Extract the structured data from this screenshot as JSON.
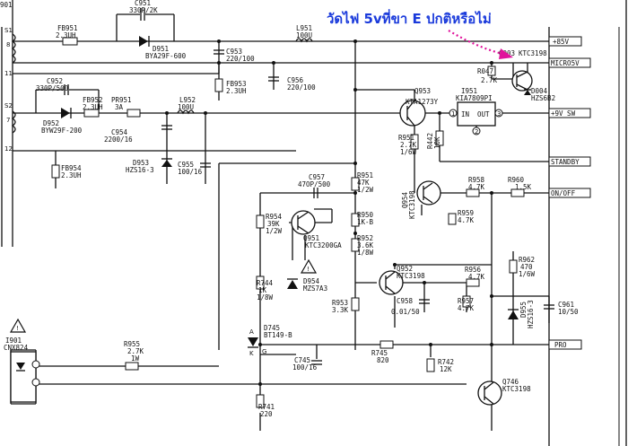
{
  "annotation": {
    "text": "วัดไฟ 5vที่ขา E ปกติหรือไม่",
    "color": "#1a3adb",
    "arrow_color": "#e0129b"
  },
  "header": {
    "tag_901": "901"
  },
  "transformer": {
    "pins": [
      "S1",
      "8",
      "11",
      "S2",
      "7",
      "12"
    ]
  },
  "parts": {
    "c951": [
      "C951",
      "330P/2K"
    ],
    "d951": [
      "D951",
      "BYA29F-600"
    ],
    "fb951": [
      "FB951",
      "2.3UH"
    ],
    "l951": [
      "L951",
      "100U"
    ],
    "c953": [
      "C953",
      "220/100"
    ],
    "fb953": [
      "FB953",
      "2.3UH"
    ],
    "c956": [
      "C956",
      "220/100"
    ],
    "c952": [
      "C952",
      "330P/500"
    ],
    "d952": [
      "D952",
      "BYW29F-200"
    ],
    "fb952": [
      "FB952",
      "2.3UH"
    ],
    "pr951": [
      "PR951",
      "3A"
    ],
    "l952": [
      "L952",
      "100U"
    ],
    "c954": [
      "C954",
      "2200/16"
    ],
    "d953": [
      "D953",
      "HZS16-3"
    ],
    "c955": [
      "C955",
      "100/16"
    ],
    "fb954": [
      "FB954",
      "2.3UH"
    ],
    "q953": [
      "Q953",
      "KTA1273Y"
    ],
    "r951": [
      "R951",
      "2.7K",
      "1/6W"
    ],
    "r442": [
      "R442",
      "10K"
    ],
    "ic951": [
      "I951",
      "KIA7809PI"
    ],
    "ic951_in": "IN",
    "ic951_out": "OUT",
    "ic951_pins": [
      "1",
      "2",
      "3"
    ],
    "q003": [
      "Q003",
      "KTC3198"
    ],
    "r047": [
      "R047",
      "2.7K"
    ],
    "d004": [
      "D004",
      "HZS6B2"
    ],
    "c957": [
      "C957",
      "47OP/500"
    ],
    "r951b": [
      "R951",
      "47K",
      "1/2W"
    ],
    "r954": [
      "R954",
      "39K",
      "1/2W"
    ],
    "q951": [
      "Q951",
      "KTC3200GA"
    ],
    "r950": [
      "R950",
      "1K-B"
    ],
    "r952": [
      "R952",
      "3.6K",
      "1/8W"
    ],
    "q954": [
      "Q954",
      "KTC3198"
    ],
    "r958": [
      "R958",
      "4.7K"
    ],
    "r959": [
      "R959",
      "4.7K"
    ],
    "r960": [
      "R960",
      "1.5K"
    ],
    "r744": [
      "R744",
      "1K",
      "1/8W"
    ],
    "d954": [
      "D954",
      "MZS7A3"
    ],
    "r953": [
      "R953",
      "3.3K"
    ],
    "q952": [
      "Q952",
      "KTC3198"
    ],
    "c958": [
      "C958",
      "0.01/50"
    ],
    "r956": [
      "R956",
      "4.7K"
    ],
    "r957": [
      "R957",
      "4.7K"
    ],
    "r962": [
      "R962",
      "470",
      "1/6W"
    ],
    "d955": [
      "D955",
      "HZS16-3"
    ],
    "c961": [
      "C961",
      "10/50"
    ],
    "d745": [
      "D745",
      "BT149-B"
    ],
    "d745_pins": [
      "A",
      "K",
      "G"
    ],
    "c745": [
      "C745",
      "100/16"
    ],
    "r745": [
      "R745",
      "820"
    ],
    "r742": [
      "R742",
      "12K"
    ],
    "q746": [
      "Q746",
      "KTC3198"
    ],
    "r741": [
      "R741",
      "220"
    ],
    "i901": [
      "I901",
      "CNX824"
    ],
    "r955": [
      "R955",
      "2.7K",
      "1W"
    ]
  },
  "nets": {
    "plus85v": "+85V",
    "micro5v": "MICRO5V",
    "plus9v_sw": "+9V_SW",
    "standby": "STANDBY",
    "on_off": "ON/OFF",
    "pro": "PRO"
  }
}
